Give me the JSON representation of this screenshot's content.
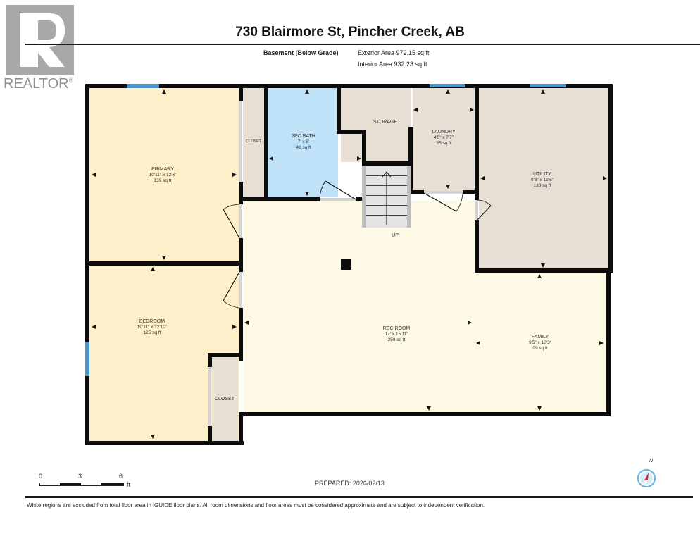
{
  "header": {
    "logo_text": "REALTOR",
    "logo_mark": "®",
    "title": "730 Blairmore St, Pincher Creek, AB",
    "level": "Basement (Below Grade)",
    "exterior_area": "Exterior Area 979.15 sq ft",
    "interior_area": "Interior Area 932.23 sq ft"
  },
  "rooms": {
    "primary": {
      "name": "PRIMARY",
      "dims": "10'11\" x 12'6\"",
      "area": "139 sq ft"
    },
    "closet_primary": {
      "name": "CLOSET"
    },
    "bath": {
      "name": "3PC BATH",
      "dims": "7' x 8'",
      "area": "48 sq ft"
    },
    "storage": {
      "name": "STORAGE"
    },
    "laundry": {
      "name": "LAUNDRY",
      "dims": "4'5\" x 7'7\"",
      "area": "35 sq ft"
    },
    "utility": {
      "name": "UTILITY",
      "dims": "9'8\" x 13'5\"",
      "area": "130 sq ft"
    },
    "bedroom": {
      "name": "BEDROOM",
      "dims": "10'11\" x 12'10\"",
      "area": "125 sq ft"
    },
    "closet_bedroom": {
      "name": "CLOSET"
    },
    "rec_room": {
      "name": "REC ROOM",
      "dims": "17' x 15'11\"",
      "area": "259 sq ft"
    },
    "family": {
      "name": "FAMILY",
      "dims": "9'5\" x 10'3\"",
      "area": "99 sq ft"
    },
    "stairs": {
      "label": "UP"
    }
  },
  "scale": {
    "ticks": [
      "0",
      "3",
      "6"
    ],
    "unit": "ft"
  },
  "compass": {
    "label": "N"
  },
  "prepared": "PREPARED: 2026/02/13",
  "footer_note": "White regions are excluded from total floor area in iGUIDE floor plans. All room dimensions and floor areas must be considered approximate and are subject to independent verification.",
  "colors": {
    "bedroom_fill": "#fdefc9",
    "living_fill": "#fef9e5",
    "bath_fill": "#bfe2f9",
    "utility_fill": "#e7dfd3",
    "wall": "#0c0c0c",
    "window": "#4a97cf"
  }
}
